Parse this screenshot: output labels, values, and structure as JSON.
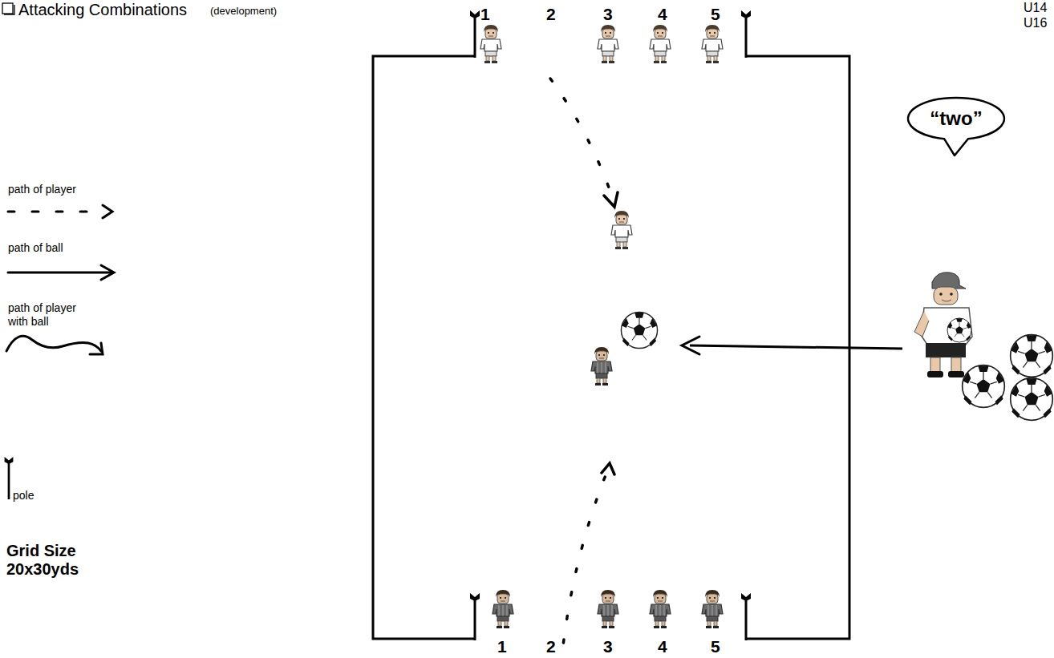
{
  "diagram": {
    "title": "Attacking Combinations",
    "nodes": [
      {
        "text": [
          "“two”"
        ]
      }
    ],
    "labels": [
      "(development)",
      "U14",
      "U16",
      "1",
      "2",
      "3",
      "4",
      "5",
      "Grid Size 20x30yds",
      "1",
      "2",
      "3",
      "4",
      "5"
    ],
    "legend": [
      {
        "text": "path of player"
      },
      {
        "text": "path of ball"
      },
      {
        "text": "path of player with ball"
      },
      {
        "text": "pole"
      }
    ]
  }
}
